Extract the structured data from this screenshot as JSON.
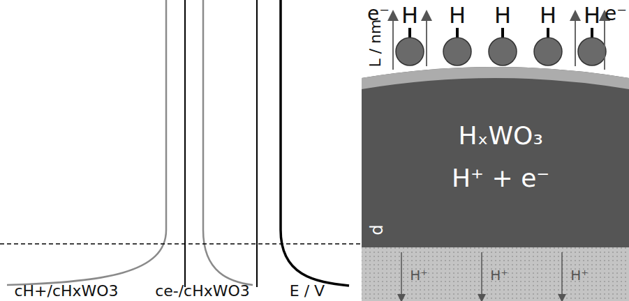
{
  "diagram": {
    "nodes": [
      {
        "text": [
          "HₓWO₃",
          "H⁺ + e⁻"
        ]
      }
    ],
    "labels": [
      "e⁻",
      "H",
      "H",
      "H",
      "H",
      "H",
      "e⁻",
      "L / nm",
      "d",
      "H⁺",
      "H⁺",
      "H⁺",
      "cH+/cHxWO3",
      "ce-/cHxWO3",
      "E / V"
    ]
  }
}
